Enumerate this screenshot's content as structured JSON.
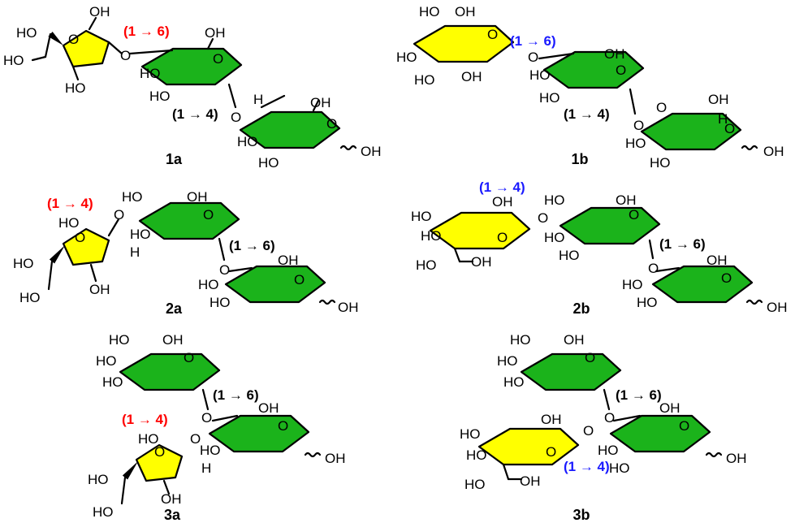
{
  "colors": {
    "green": "#1bb31b",
    "yellow": "#ffff00",
    "red": "#ff0000",
    "blue": "#1a1aff",
    "black": "#000000"
  },
  "atoms": {
    "hydroxyl": "HO",
    "hydroxyl_right": "OH",
    "oxygen": "O",
    "hydrogen": "H"
  },
  "linkages": {
    "l16": "(1 → 6)",
    "l14": "(1 → 4)"
  },
  "compounds": {
    "c1a": "1a",
    "c1b": "1b",
    "c2a": "2a",
    "c2b": "2b",
    "c3a": "3a",
    "c3b": "3b"
  }
}
